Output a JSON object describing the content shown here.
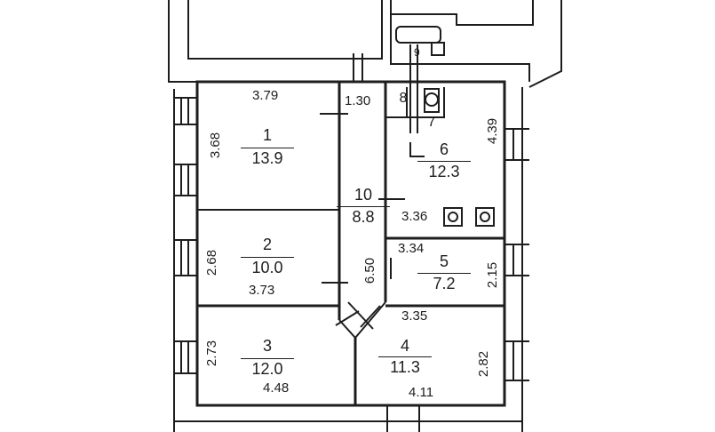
{
  "rooms": [
    {
      "number": "1",
      "area": "13.9"
    },
    {
      "number": "2",
      "area": "10.0"
    },
    {
      "number": "3",
      "area": "12.0"
    },
    {
      "number": "4",
      "area": "11.3"
    },
    {
      "number": "5",
      "area": "7.2"
    },
    {
      "number": "6",
      "area": "12.3"
    },
    {
      "number": "7"
    },
    {
      "number": "8"
    },
    {
      "number": "9"
    },
    {
      "number": "10",
      "area": "8.8"
    }
  ],
  "dimensions": {
    "room1_width": "3.79",
    "room1_height": "3.68",
    "corridor_top": "1.30",
    "room6_height": "4.39",
    "room6_width": "3.36",
    "room2_height": "2.68",
    "room2_width": "3.73",
    "room5_width": "3.34",
    "room5_height": "2.15",
    "corridor_length": "6.50",
    "room3_height": "2.73",
    "room3_width": "4.48",
    "room4_top": "3.35",
    "room4_height": "2.82",
    "room4_width": "4.11"
  }
}
